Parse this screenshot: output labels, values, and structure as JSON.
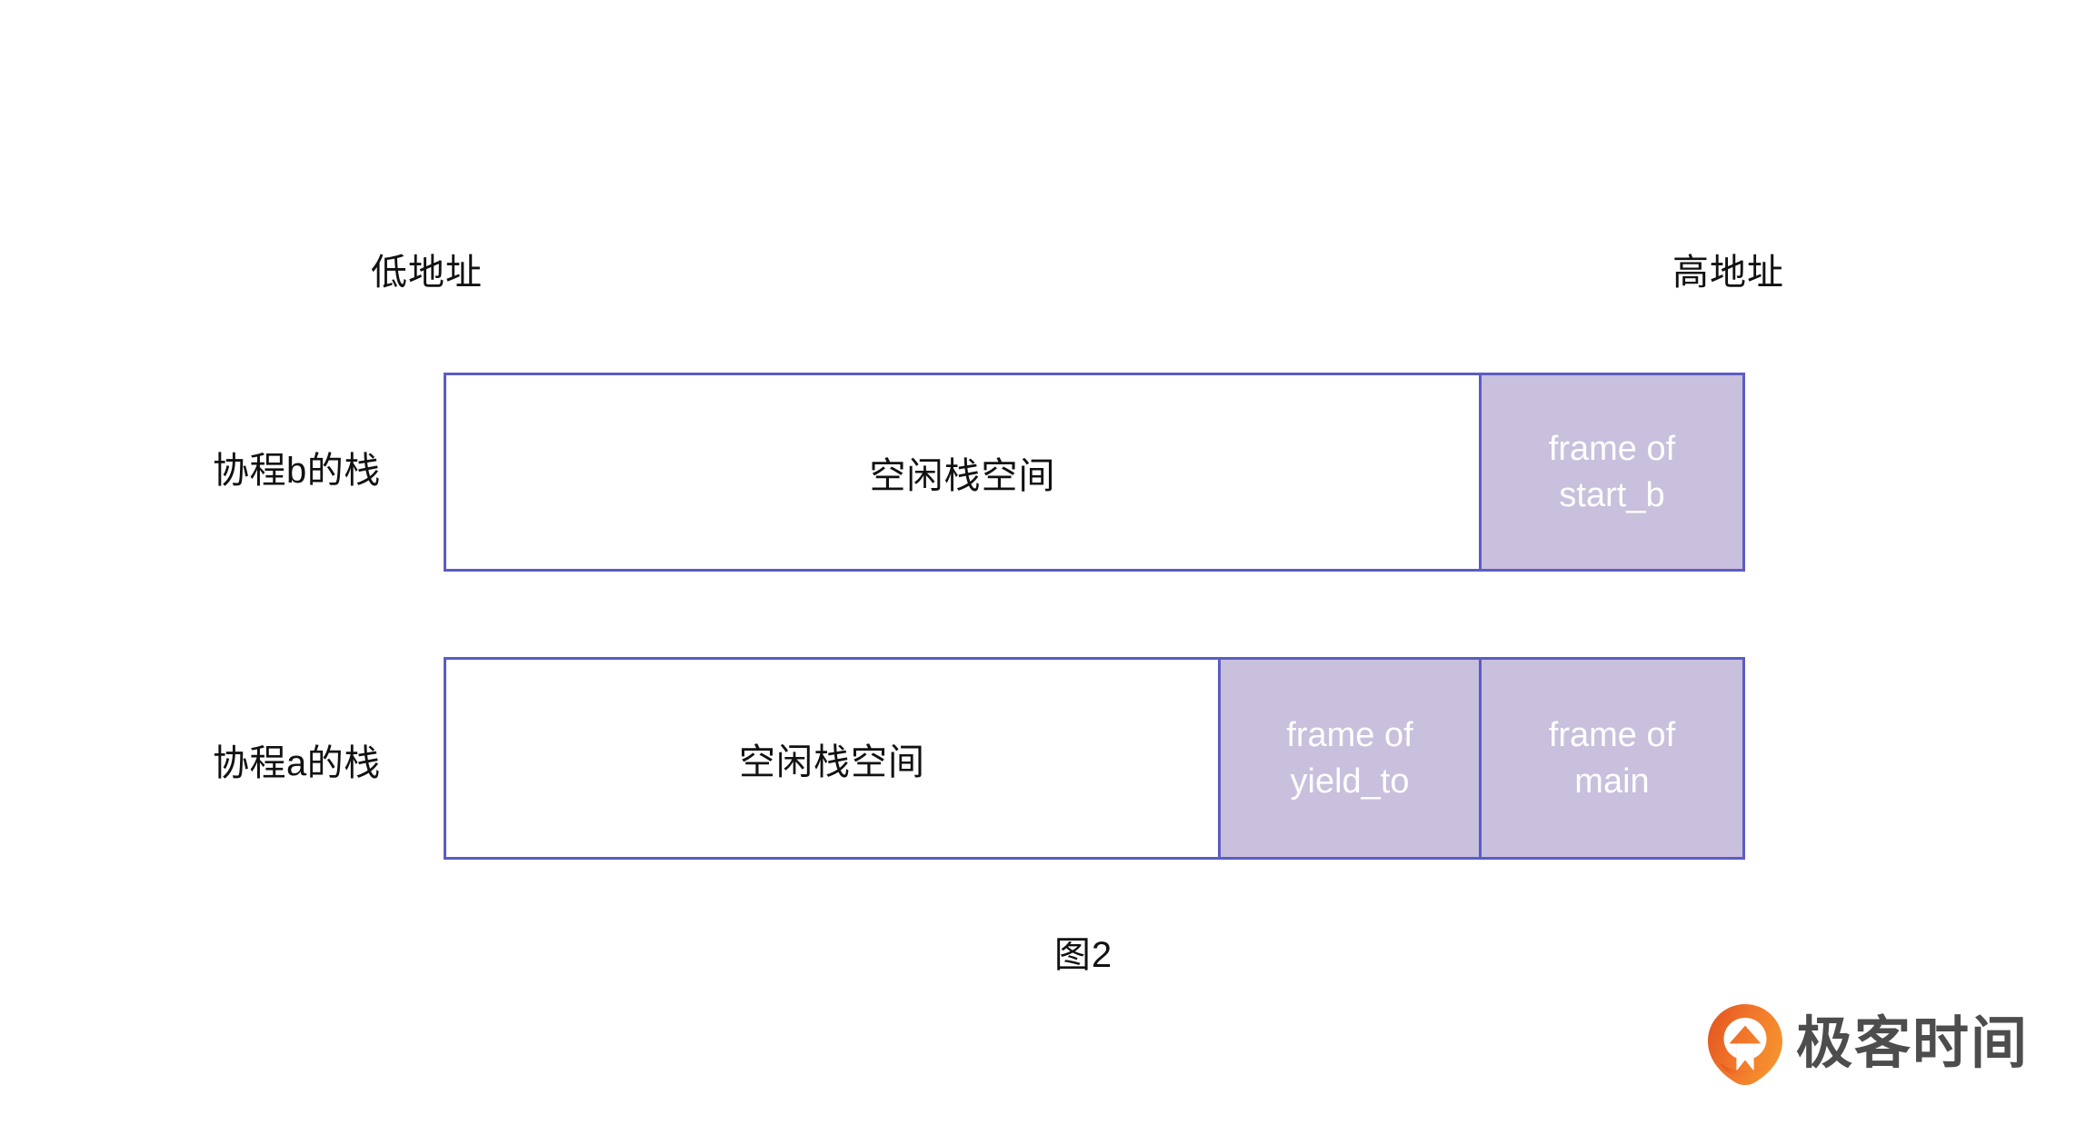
{
  "figure": {
    "caption": "图2",
    "address_axis": {
      "low_label": "低地址",
      "high_label": "高地址"
    },
    "colors": {
      "frame_fill": "#c8c0dc",
      "frame_border": "#5c5cc3",
      "free_fill": "#ffffff",
      "frame_text": "#ffffff",
      "body_text": "#111111",
      "brand_orange": "#f07020",
      "brand_orange_dark": "#e35b23",
      "brand_text_gray": "#4d4d4d"
    },
    "rows": [
      {
        "label": "协程b的栈",
        "segments": [
          {
            "text": "空闲栈空间",
            "kind": "free"
          },
          {
            "text": "frame of\nstart_b",
            "line1": "frame of",
            "line2": "start_b",
            "kind": "frame"
          }
        ]
      },
      {
        "label": "协程a的栈",
        "segments": [
          {
            "text": "空闲栈空间",
            "kind": "free"
          },
          {
            "text": "frame of\nyield_to",
            "line1": "frame of",
            "line2": "yield_to",
            "kind": "frame"
          },
          {
            "text": "frame of\nmain",
            "line1": "frame of",
            "line2": "main",
            "kind": "frame"
          }
        ]
      }
    ]
  },
  "brand": {
    "name": "极客时间",
    "mark_icon": "geektime-pin-icon"
  }
}
